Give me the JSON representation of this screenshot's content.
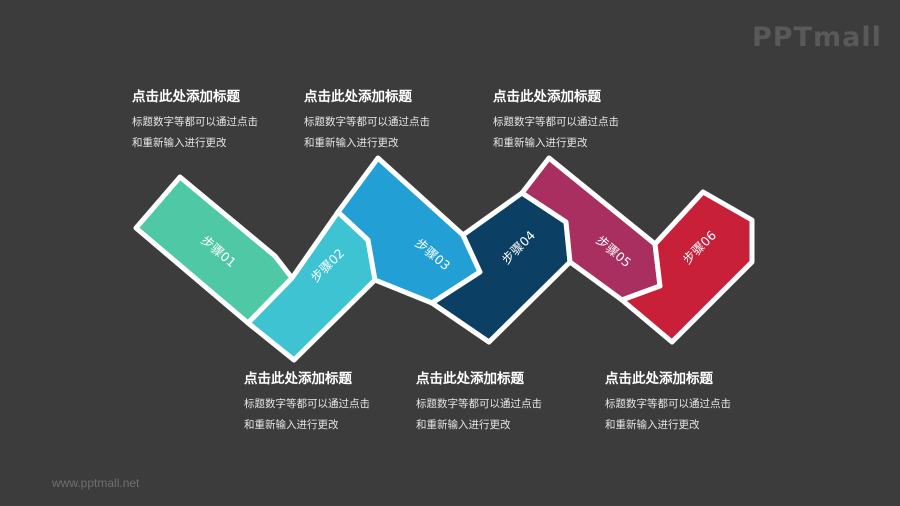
{
  "logo": "PPTmall",
  "footer_url": "www.pptmall.net",
  "steps": [
    {
      "label": "步骤01",
      "color": "#4fc8a6"
    },
    {
      "label": "步骤02",
      "color": "#3ec3d3"
    },
    {
      "label": "步骤03",
      "color": "#229fd5"
    },
    {
      "label": "步骤04",
      "color": "#0b3f63"
    },
    {
      "label": "步骤05",
      "color": "#a82f5f"
    },
    {
      "label": "步骤06",
      "color": "#c9203a"
    }
  ],
  "text_blocks": [
    {
      "title": "点击此处添加标题",
      "line1": "标题数字等都可以通过点击",
      "line2": "和重新输入进行更改"
    },
    {
      "title": "点击此处添加标题",
      "line1": "标题数字等都可以通过点击",
      "line2": "和重新输入进行更改"
    },
    {
      "title": "点击此处添加标题",
      "line1": "标题数字等都可以通过点击",
      "line2": "和重新输入进行更改"
    },
    {
      "title": "点击此处添加标题",
      "line1": "标题数字等都可以通过点击",
      "line2": "和重新输入进行更改"
    },
    {
      "title": "点击此处添加标题",
      "line1": "标题数字等都可以通过点击",
      "line2": "和重新输入进行更改"
    },
    {
      "title": "点击此处添加标题",
      "line1": "标题数字等都可以通过点击",
      "line2": "和重新输入进行更改"
    }
  ]
}
